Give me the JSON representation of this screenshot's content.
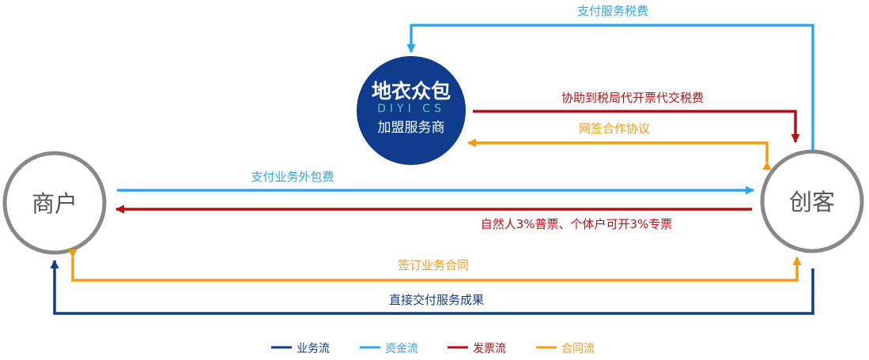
{
  "nodes": {
    "merchant": {
      "label": "商户"
    },
    "creator": {
      "label": "创客"
    },
    "provider": {
      "logo_cn": "地衣众包",
      "logo_en": "DIYI CS",
      "label": "加盟服务商"
    }
  },
  "flows": {
    "pay_service_tax": "支付服务税费",
    "assist_tax": "协助到税局代开票代交税费",
    "network_agreement": "网签合作协议",
    "pay_outsourcing_fee": "支付业务外包费",
    "invoice": "自然人3%普票、个体户可开3%专票",
    "sign_contract": "签订业务合同",
    "deliver_results": "直接交付服务成果"
  },
  "legend": [
    {
      "label": "业务流",
      "color": "#0f3c8c"
    },
    {
      "label": "资金流",
      "color": "#2ea7ef"
    },
    {
      "label": "发票流",
      "color": "#b80f16"
    },
    {
      "label": "合同流",
      "color": "#f49b12"
    }
  ],
  "colors": {
    "business": "#0f3c8c",
    "money": "#2ea7ef",
    "invoice": "#b80f16",
    "contract": "#f49b12",
    "node_ring": "#888888",
    "node_text": "#555555",
    "provider_fill": "#0f3c8c"
  }
}
